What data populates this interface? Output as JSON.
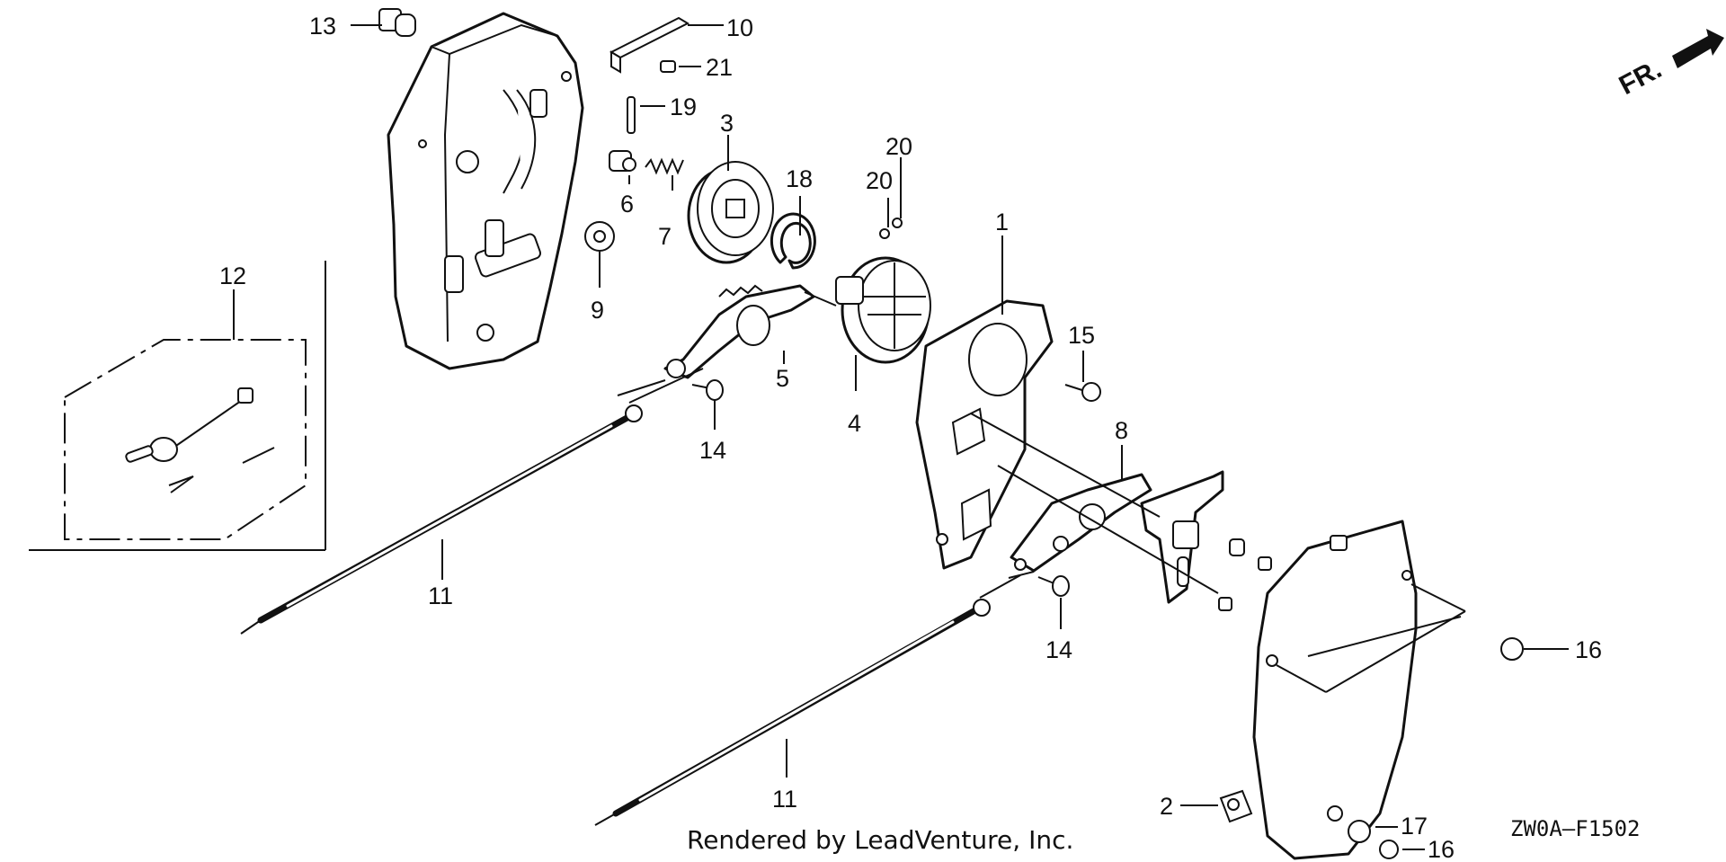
{
  "callouts": {
    "c1": "1",
    "c2": "2",
    "c3": "3",
    "c4": "4",
    "c5": "5",
    "c6": "6",
    "c7": "7",
    "c8": "8",
    "c9": "9",
    "c10": "10",
    "c11a": "11",
    "c11b": "11",
    "c12": "12",
    "c13": "13",
    "c14a": "14",
    "c14b": "14",
    "c15": "15",
    "c16a": "16",
    "c16b": "16",
    "c17": "17",
    "c18": "18",
    "c19": "19",
    "c20a": "20",
    "c20b": "20",
    "c21": "21"
  },
  "direction_label": "FR.",
  "footer": {
    "credit": "Rendered by LeadVenture, Inc.",
    "diagram_code": "ZW0A—F1502"
  }
}
